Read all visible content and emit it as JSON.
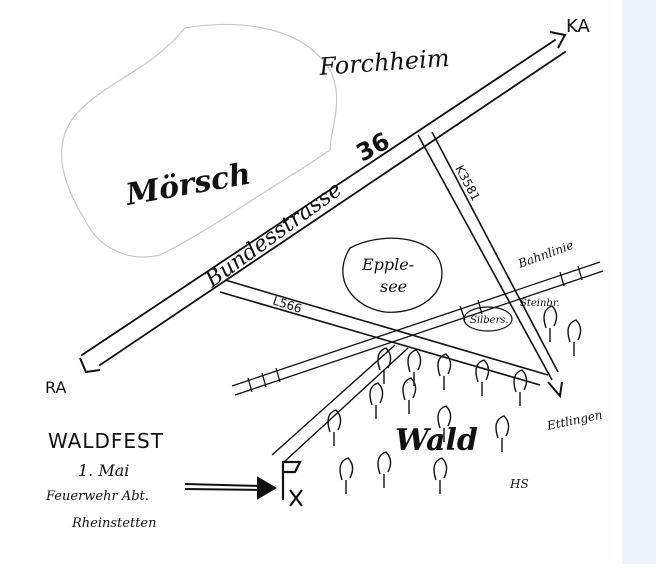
{
  "map": {
    "labels": {
      "ka": "KA",
      "ra": "RA",
      "forchheim": "Forchheim",
      "moersch": "Mörsch",
      "road_number": "36",
      "bundesstrasse": "Bundesstrasse",
      "k3581": "K3581",
      "epplesee_line1": "Epple-",
      "epplesee_line2": "see",
      "l566": "L566",
      "bahnlinie": "Bahnlinie",
      "silbersee": "Silbers.",
      "steinbruch": "Steinbr.",
      "wald": "Wald",
      "ettlingen": "Ettlingen",
      "initials": "HS"
    },
    "event": {
      "title": "WALDFEST",
      "date": "1. Mai",
      "host_line1": "Feuerwehr Abt.",
      "host_line2": "Rheinstetten"
    }
  },
  "colors": {
    "ink": "#111111",
    "faint_outline": "#c8c8c8",
    "side_panel": "#eef2fb"
  },
  "icons": [
    "flag-icon",
    "arrow-icon",
    "tree-icon"
  ]
}
